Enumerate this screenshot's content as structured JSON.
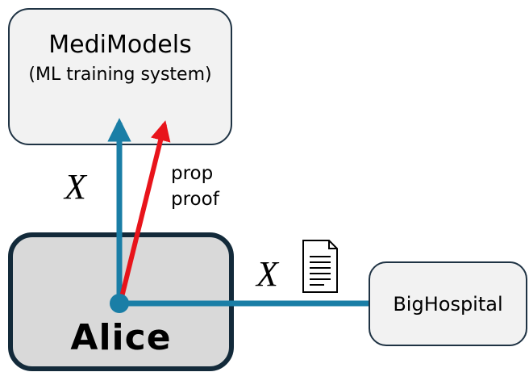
{
  "nodes": {
    "medimodels": {
      "title": "MediModels",
      "subtitle": "(ML training system)"
    },
    "alice": {
      "title": "Alice"
    },
    "bighospital": {
      "title": "BigHospital"
    }
  },
  "edges": {
    "to_medimodels_label": "X",
    "proof_label_line1": "prop",
    "proof_label_line2": "proof",
    "to_bighospital_label": "X"
  },
  "icons": {
    "document": "document-icon"
  },
  "colors": {
    "data_flow": "#1a7ea6",
    "proof_flow": "#e8141b",
    "box_fill": "#f2f2f2",
    "alice_fill": "#d9d9d9",
    "border": "#1f3344"
  }
}
